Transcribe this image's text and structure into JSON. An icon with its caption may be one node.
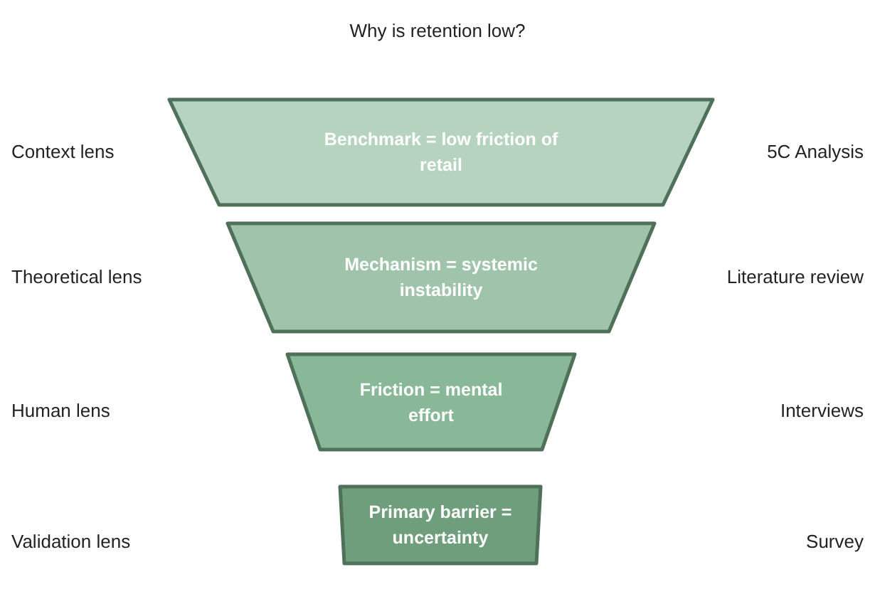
{
  "diagram": {
    "title": "Why is retention low?",
    "nodes": [
      {
        "text": [
          "Benchmark = low friction of retail"
        ]
      },
      {
        "text": [
          "Mechanism = systemic instability"
        ]
      },
      {
        "text": [
          "Friction = mental effort"
        ]
      },
      {
        "text": [
          "Primary barrier = uncertainty"
        ]
      }
    ],
    "labels": [
      "Context lens",
      "5C Analysis",
      "Theoretical lens",
      "Literature review",
      "Human lens",
      "Interviews",
      "Validation lens",
      "Survey"
    ]
  }
}
